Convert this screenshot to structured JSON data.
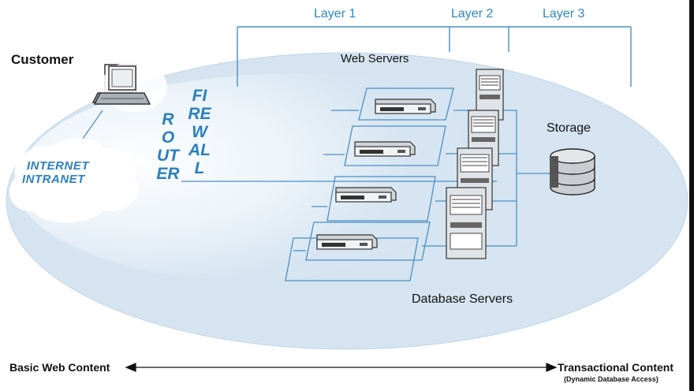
{
  "layers": [
    "Layer 1",
    "Layer 2",
    "Layer 3"
  ],
  "labels": {
    "customer": "Customer",
    "internet": "INTERNET",
    "intranet": "INTRANET",
    "router": "ROUTER",
    "firewall": "FIREWALL",
    "web_servers": "Web Servers",
    "database_servers": "Database Servers",
    "storage": "Storage"
  },
  "axis": {
    "left": "Basic Web Content",
    "right": "Transactional Content",
    "right_sub": "(Dynamic Database Access)"
  },
  "colors": {
    "ellipse_fill": "#d3e3f0",
    "ellipse_stroke": "#ffffff",
    "accent_blue": "#2f86c6",
    "line_blue": "#4a8fc4",
    "vertical_text": "#2a7fc2"
  },
  "icons": {
    "customer": "laptop-icon",
    "cloud": "cloud-icon",
    "web": "rack-server-icon",
    "db": "tower-server-icon",
    "storage": "database-cylinder-icon"
  }
}
